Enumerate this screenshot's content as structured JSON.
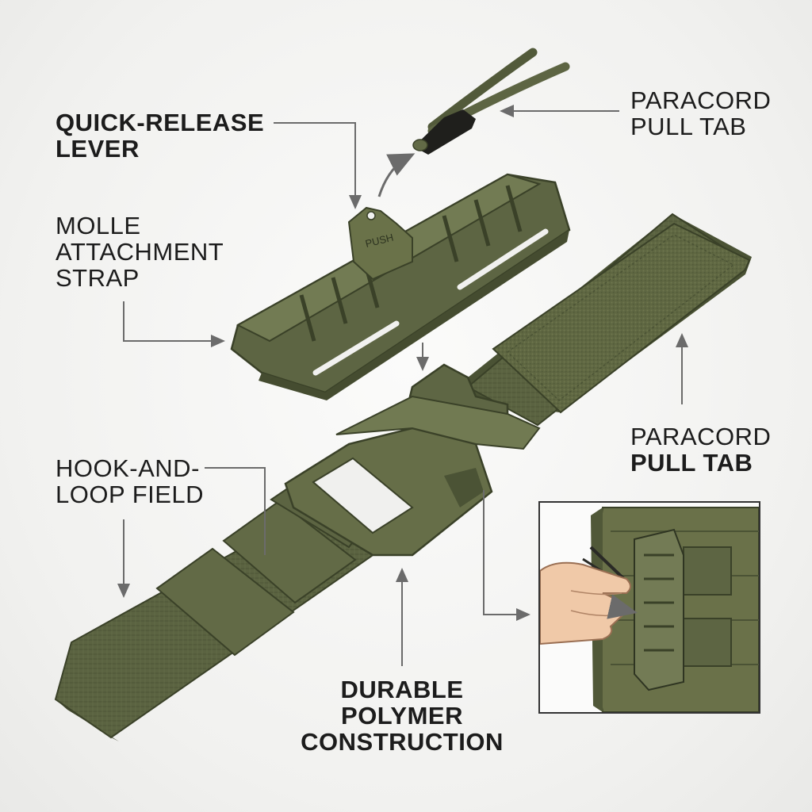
{
  "labels": {
    "quick_release_lever": [
      "QUICK-RELEASE",
      "LEVER"
    ],
    "molle_attachment_strap": [
      "MOLLE",
      "ATTACHMENT",
      "STRAP"
    ],
    "hook_and_loop_field": [
      "HOOK-AND-",
      "LOOP FIELD"
    ],
    "paracord_pull_tab_top": [
      "PARACORD",
      "PULL TAB"
    ],
    "paracord_pull_tab_mid": [
      "PARACORD",
      "PULL TAB"
    ],
    "durable_polymer_construction": [
      "DURABLE",
      "POLYMER",
      "CONSTRUCTION"
    ]
  },
  "buckle_stamp": "PUSH",
  "colors": {
    "olive": "#5a6240",
    "olive_dark": "#3f462c",
    "olive_light": "#737b55",
    "leader_line": "#6b6b6b",
    "text": "#1c1c1c",
    "background": "#f4f4f2"
  }
}
